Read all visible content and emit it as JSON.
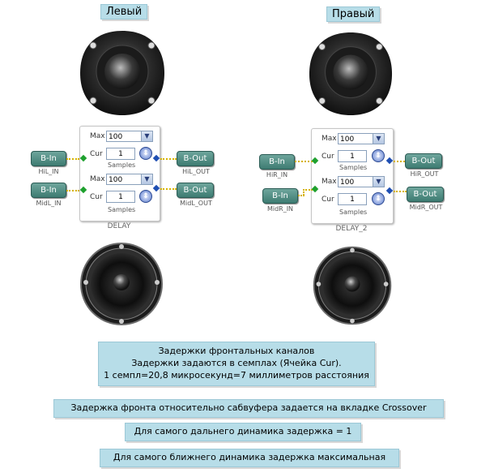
{
  "channels": {
    "left": {
      "title": "Левый",
      "box_caption": "DELAY",
      "upper": {
        "max_label": "Max",
        "max_value": "100",
        "cur_label": "Cur",
        "cur_value": "1",
        "samples_label": "Samples"
      },
      "lower": {
        "max_label": "Max",
        "max_value": "100",
        "cur_label": "Cur",
        "cur_value": "1",
        "samples_label": "Samples"
      },
      "inputs": [
        {
          "label": "B-In",
          "caption": "HiL_IN"
        },
        {
          "label": "B-In",
          "caption": "MidL_IN"
        }
      ],
      "outputs": [
        {
          "label": "B-Out",
          "caption": "HiL_OUT"
        },
        {
          "label": "B-Out",
          "caption": "MidL_OUT"
        }
      ]
    },
    "right": {
      "title": "Правый",
      "box_caption": "DELAY_2",
      "upper": {
        "max_label": "Max",
        "max_value": "100",
        "cur_label": "Cur",
        "cur_value": "1",
        "samples_label": "Samples"
      },
      "lower": {
        "max_label": "Max",
        "max_value": "100",
        "cur_label": "Cur",
        "cur_value": "1",
        "samples_label": "Samples"
      },
      "inputs": [
        {
          "label": "B-In",
          "caption": "HiR_IN"
        },
        {
          "label": "B-In",
          "caption": "MidR_IN"
        }
      ],
      "outputs": [
        {
          "label": "B-Out",
          "caption": "HiR_OUT"
        },
        {
          "label": "B-Out",
          "caption": "MidR_OUT"
        }
      ]
    }
  },
  "notes": {
    "main_line1": "Задержки фронтальных каналов",
    "main_line2": "Задержки задаются в семплах (Ячейка Cur).",
    "main_line3": "1 семпл=20,8 микросекунд=7 миллиметров расстояния",
    "crossover": "Задержка фронта относительно сабвуфера задается на вкладке Crossover",
    "far": "Для самого дальнего динамика задержка = 1",
    "near": "Для самого ближнего динамика задержка максимальная"
  },
  "colors": {
    "label_bg": "#b7dde8",
    "pill_bg": "#3e7c72",
    "wire": "#d6b300",
    "in_connector": "#1ea02e",
    "out_connector": "#1f4fb3"
  },
  "icons": [
    "tweeter-icon",
    "woofer-icon",
    "spin-icon",
    "dropdown-arrow-icon"
  ]
}
